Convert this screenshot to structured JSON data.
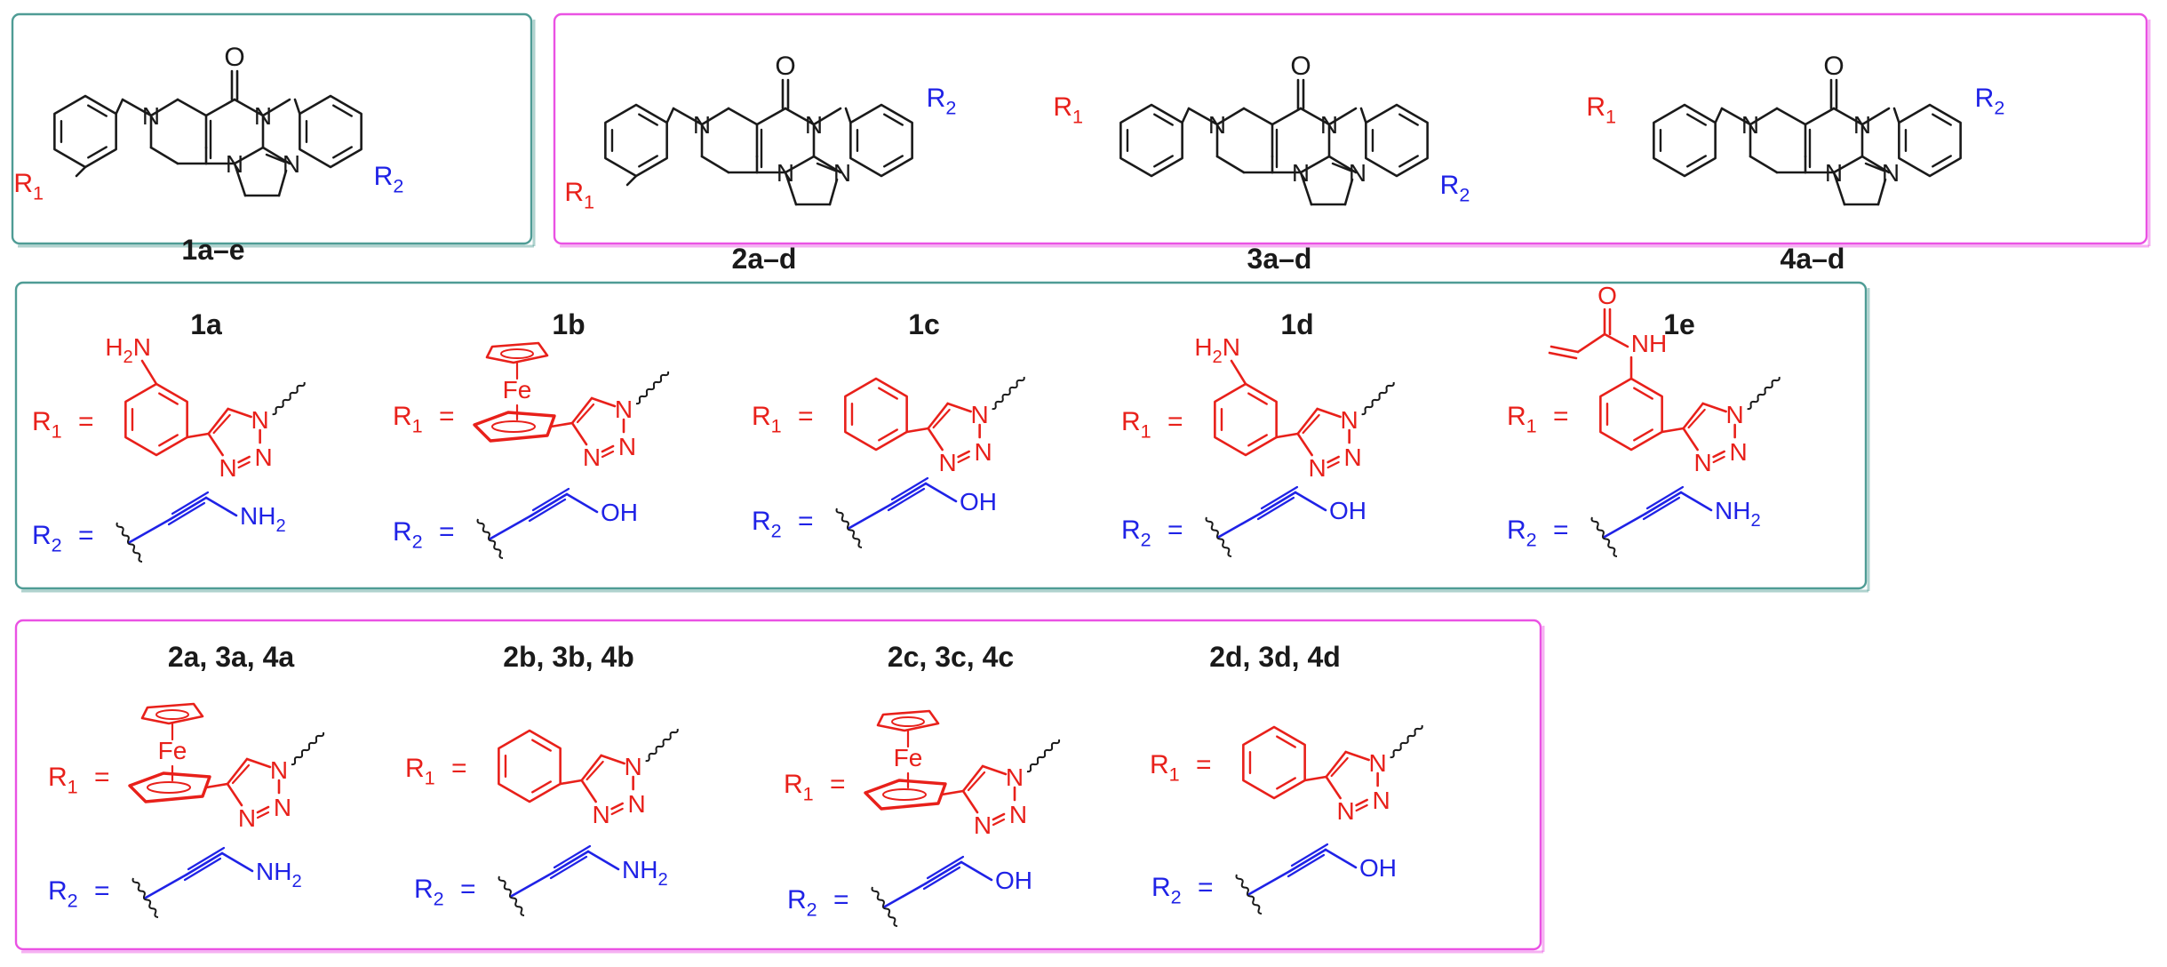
{
  "colors": {
    "black": "#1a1a1a",
    "red": "#e8201a",
    "blue": "#1f22e6",
    "teal_border": "#4f9c95",
    "pink_border": "#ea52e3"
  },
  "atoms": {
    "O": "O",
    "N": "N",
    "NH": "NH",
    "Fe": "Fe",
    "NH2": "NH2",
    "OH": "OH",
    "H2N": "H2N",
    "eq": "="
  },
  "sub_labels": {
    "R1": "R1",
    "R2": "R2"
  },
  "scaffold_labels": [
    "1a–e",
    "2a–d",
    "3a–d",
    "4a–d"
  ],
  "series1": {
    "labels": [
      "1a",
      "1b",
      "1c",
      "1d",
      "1e"
    ]
  },
  "series2": {
    "labels": [
      "2a, 3a, 4a",
      "2b, 3b, 4b",
      "2c, 3c, 4c",
      "2d, 3d, 4d"
    ]
  },
  "icons": {
    "wavy_bond": "wavy-bond-icon",
    "benzene": "benzene-ring-icon",
    "triazole": "triazole-ring-icon",
    "ferrocene": "ferrocene-icon"
  }
}
